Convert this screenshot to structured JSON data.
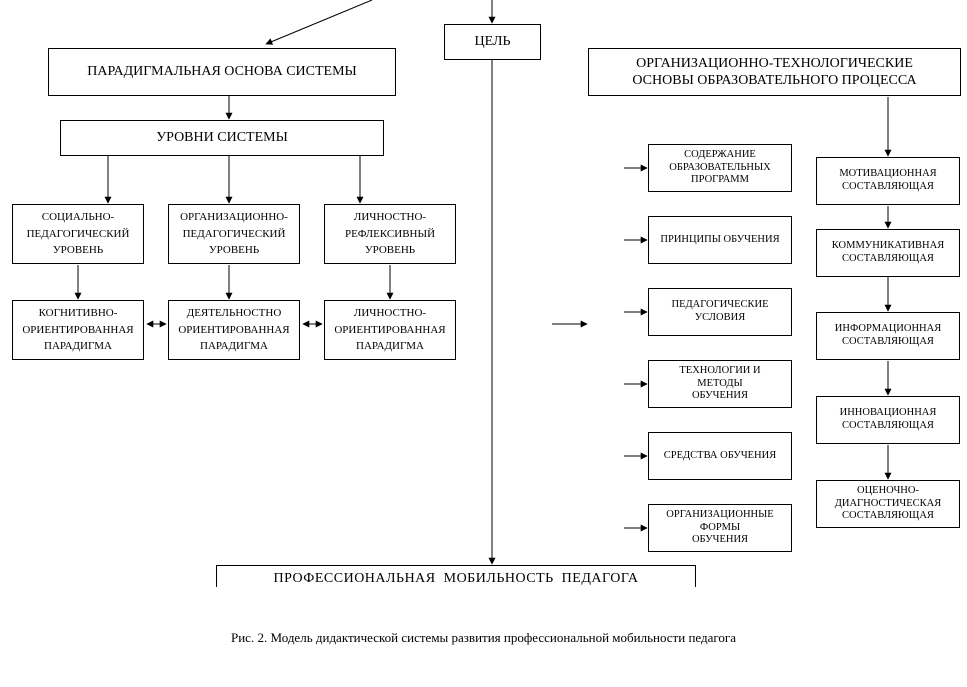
{
  "diagram": {
    "goal": "ЦЕЛЬ",
    "paradigm_basis": "ПАРАДИГМАЛЬНАЯ ОСНОВА СИСТЕМЫ",
    "system_levels": "УРОВНИ СИСТЕМЫ",
    "levels": [
      "СОЦИАЛЬНО-\nПЕДАГОГИЧЕСКИЙ\nУРОВЕНЬ",
      "ОРГАНИЗАЦИОННО-\nПЕДАГОГИЧЕСКИЙ\nУРОВЕНЬ",
      "ЛИЧНОСТНО-\nРЕФЛЕКСИВНЫЙ\nУРОВЕНЬ"
    ],
    "paradigms": [
      "КОГНИТИВНО-\nОРИЕНТИРОВАННАЯ\nПАРАДИГМА",
      "ДЕЯТЕЛЬНОСТНО\nОРИЕНТИРОВАННАЯ\nПАРАДИГМА",
      "ЛИЧНОСТНО-\nОРИЕНТИРОВАННАЯ\nПАРАДИГМА"
    ],
    "org_tech": "ОРГАНИЗАЦИОННО-ТЕХНОЛОГИЧЕСКИЕ\nОСНОВЫ ОБРАЗОВАТЕЛЬНОГО ПРОЦЕССА",
    "process_items": [
      "СОДЕРЖАНИЕ\nОБРАЗОВАТЕЛЬНЫХ\nПРОГРАММ",
      "ПРИНЦИПЫ ОБУЧЕНИЯ",
      "ПЕДАГОГИЧЕСКИЕ\nУСЛОВИЯ",
      "ТЕХНОЛОГИИ И\nМЕТОДЫ\nОБУЧЕНИЯ",
      "СРЕДСТВА ОБУЧЕНИЯ",
      "ОРГАНИЗАЦИОННЫЕ\nФОРМЫ\nОБУЧЕНИЯ"
    ],
    "components": [
      "МОТИВАЦИОННАЯ\nСОСТАВЛЯЮЩАЯ",
      "КОММУНИКАТИВНАЯ\nСОСТАВЛЯЮЩАЯ",
      "ИНФОРМАЦИОННАЯ\nСОСТАВЛЯЮЩАЯ",
      "ИННОВАЦИОННАЯ\nСОСТАВЛЯЮЩАЯ",
      "ОЦЕНОЧНО-\nДИАГНОСТИЧЕСКАЯ\nСОСТАВЛЯЮЩАЯ"
    ],
    "result": "ПРОФЕССИОНАЛЬНАЯ  МОБИЛЬНОСТЬ  ПЕДАГОГА"
  },
  "caption": "Рис. 2. Модель дидактической системы развития профессиональной мобильности педагога"
}
